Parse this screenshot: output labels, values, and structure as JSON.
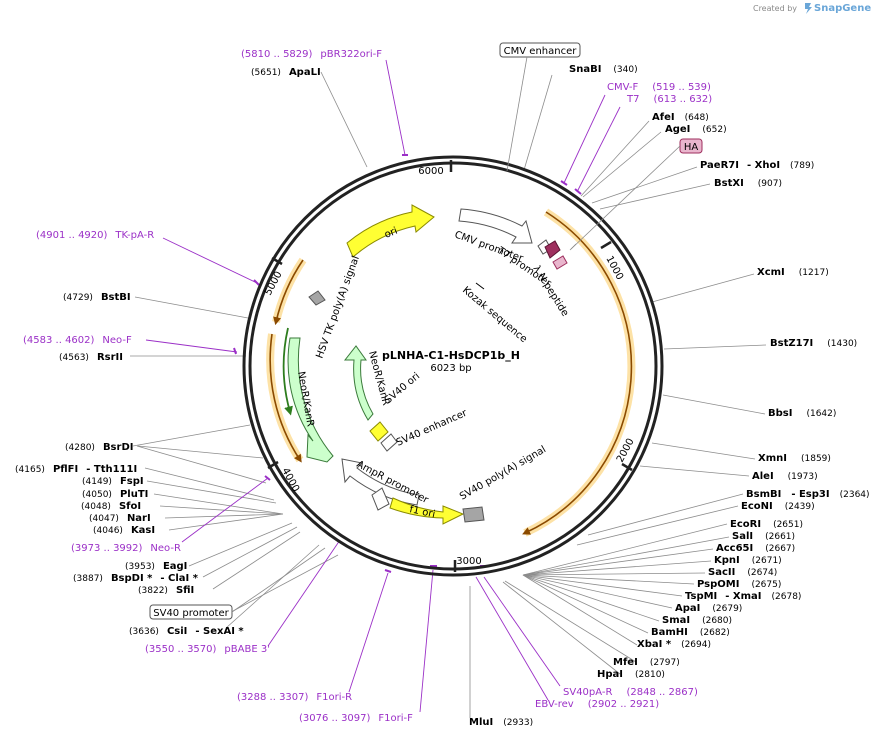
{
  "watermark": {
    "prefix": "Created by",
    "brand": "SnapGene"
  },
  "plasmid": {
    "name": "pLNHA-C1-HsDCP1b_H",
    "size": "6023 bp"
  },
  "ticks": [
    "1000",
    "2000",
    "3000",
    "4000",
    "5000",
    "6000"
  ],
  "features": {
    "cmv_enhancer": "CMV enhancer",
    "cmv_promoter": "CMV promoter",
    "t7_promoter": "T7 promoter",
    "kozak": "Kozak sequence",
    "lambda_n": "λ N peptide",
    "ha": "HA",
    "ori": "ori",
    "hsv_tk": "HSV TK poly(A) signal",
    "neor": "NeoR/KanR",
    "neor_inner": "NeoR/KanR",
    "sv40_ori": "SV40 ori",
    "sv40_enh": "SV40 enhancer",
    "ampr_prom": "AmpR promoter",
    "f1_ori": "f1 ori",
    "sv40_polya": "SV40 poly(A) signal",
    "sv40_promoter": "SV40 promoter"
  },
  "sites": {
    "snabi": {
      "name": "SnaBI",
      "pos": "(340)"
    },
    "afei": {
      "name": "AfeI",
      "pos": "(648)"
    },
    "agei": {
      "name": "AgeI",
      "pos": "(652)"
    },
    "paer7i": {
      "name": "PaeR7I",
      "name2": "- XhoI",
      "pos": "(789)"
    },
    "bstxi": {
      "name": "BstXI",
      "pos": "(907)"
    },
    "xcmi": {
      "name": "XcmI",
      "pos": "(1217)"
    },
    "bstz17i": {
      "name": "BstZ17I",
      "pos": "(1430)"
    },
    "bbsi": {
      "name": "BbsI",
      "pos": "(1642)"
    },
    "xmni": {
      "name": "XmnI",
      "pos": "(1859)"
    },
    "alei": {
      "name": "AleI",
      "pos": "(1973)"
    },
    "bsmbi": {
      "name": "BsmBI",
      "name2": "- Esp3I",
      "pos": "(2364)"
    },
    "econi": {
      "name": "EcoNI",
      "pos": "(2439)"
    },
    "ecori": {
      "name": "EcoRI",
      "pos": "(2651)"
    },
    "sali": {
      "name": "SalI",
      "pos": "(2661)"
    },
    "acc65i": {
      "name": "Acc65I",
      "pos": "(2667)"
    },
    "kpni": {
      "name": "KpnI",
      "pos": "(2671)"
    },
    "sacii": {
      "name": "SacII",
      "pos": "(2674)"
    },
    "pspomi": {
      "name": "PspOMI",
      "pos": "(2675)"
    },
    "tspmi": {
      "name": "TspMI",
      "name2": "- XmaI",
      "pos": "(2678)"
    },
    "apai": {
      "name": "ApaI",
      "pos": "(2679)"
    },
    "smai": {
      "name": "SmaI",
      "pos": "(2680)"
    },
    "bamhi": {
      "name": "BamHI",
      "pos": "(2682)"
    },
    "xbai": {
      "name": "XbaI *",
      "pos": "(2694)"
    },
    "mfei": {
      "name": "MfeI",
      "pos": "(2797)"
    },
    "hpai": {
      "name": "HpaI",
      "pos": "(2810)"
    },
    "mlui": {
      "name": "MluI",
      "pos": "(2933)"
    },
    "csii": {
      "name": "CsiI",
      "name2": "- SexAI *",
      "pos": "(3636)"
    },
    "sfii": {
      "name": "SfiI",
      "pos": "(3822)"
    },
    "bspdi": {
      "name": "BspDI *",
      "name2": "- ClaI *",
      "pos": "(3887)"
    },
    "eagi": {
      "name": "EagI",
      "pos": "(3953)"
    },
    "kasi": {
      "name": "KasI",
      "pos": "(4046)"
    },
    "nari": {
      "name": "NarI",
      "pos": "(4047)"
    },
    "sfoi": {
      "name": "SfoI",
      "pos": "(4048)"
    },
    "pluti": {
      "name": "PluTI",
      "pos": "(4050)"
    },
    "fspi": {
      "name": "FspI",
      "pos": "(4149)"
    },
    "pflfi": {
      "name": "PflFI",
      "name2": "- Tth111I",
      "pos": "(4165)"
    },
    "bsrdi": {
      "name": "BsrDI",
      "pos": "(4280)"
    },
    "rsrii": {
      "name": "RsrII",
      "pos": "(4563)"
    },
    "bstbi": {
      "name": "BstBI",
      "pos": "(4729)"
    },
    "apali": {
      "name": "ApaLI",
      "pos": "(5651)"
    }
  },
  "primers": {
    "cmvf": {
      "name": "CMV-F",
      "pos": "(519 .. 539)"
    },
    "t7": {
      "name": "T7",
      "pos": "(613 .. 632)"
    },
    "pbr322": {
      "name": "pBR322ori-F",
      "pos": "(5810 .. 5829)"
    },
    "tkpa": {
      "name": "TK-pA-R",
      "pos": "(4901 .. 4920)"
    },
    "neof": {
      "name": "Neo-F",
      "pos": "(4583 .. 4602)"
    },
    "neor": {
      "name": "Neo-R",
      "pos": "(3973 .. 3992)"
    },
    "pbabe": {
      "name": "pBABE 3'",
      "pos": "(3550 .. 3570)"
    },
    "f1orir": {
      "name": "F1ori-R",
      "pos": "(3288 .. 3307)"
    },
    "f1orif": {
      "name": "F1ori-F",
      "pos": "(3076 .. 3097)"
    },
    "sv40par": {
      "name": "SV40pA-R",
      "pos": "(2848 .. 2867)"
    },
    "ebvrev": {
      "name": "EBV-rev",
      "pos": "(2902 .. 2921)"
    }
  },
  "colors": {
    "backbone": "#222222",
    "enzyme_line": "#8c8c8c",
    "primer": "#9b30c7",
    "ori": "#ffff33",
    "marker": "#ccffcc",
    "promoter": "#ffffff",
    "orf": "#f3c57a",
    "orf_glow": "#fde2a6",
    "ha_tag": "#e9b6cd",
    "lambda_n": "#9e2f5e",
    "polya": "#a5a5a5"
  }
}
